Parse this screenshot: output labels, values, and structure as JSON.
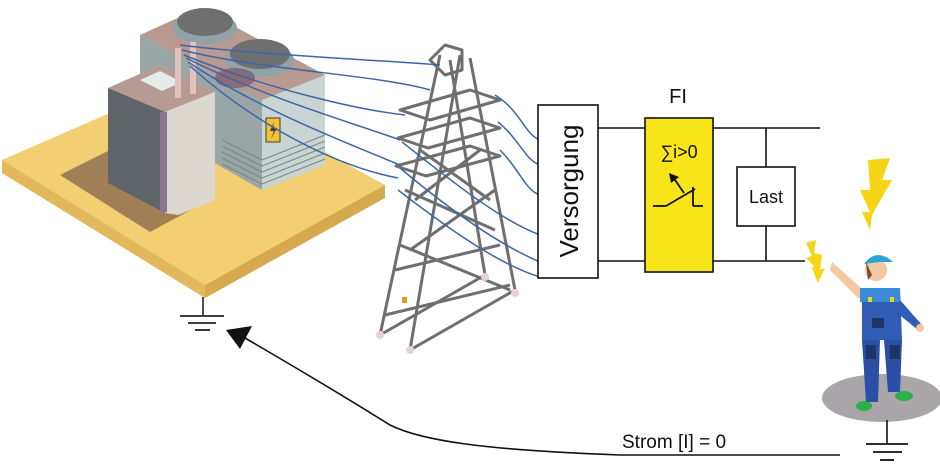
{
  "diagram": {
    "title": "FI residual current device with grounded worker",
    "labels": {
      "supply": "Versorgung",
      "rcd_title": "FI",
      "rcd_formula": "∑i>0",
      "load": "Last",
      "current": "Strom [I] = 0"
    },
    "colors": {
      "rcd_fill": "#f7e51a",
      "platform": "#f1cf72",
      "platform_side": "#dcae55",
      "wire": "#3a66a8",
      "line": "#111111",
      "shadow": "#a9a5a8",
      "lightning": "#f5d515"
    },
    "icons": {
      "building": "power-plant-icon",
      "tower": "transmission-tower-icon",
      "worker": "worker-icon",
      "lightning": "lightning-icon",
      "ground": "ground-symbol-icon",
      "switch": "switch-icon"
    }
  }
}
